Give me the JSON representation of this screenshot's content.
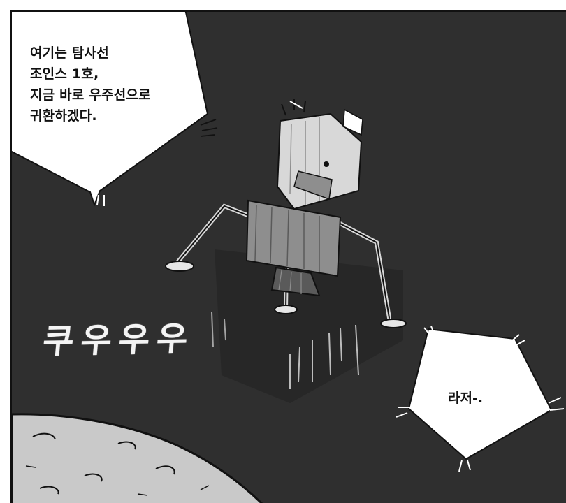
{
  "panel": {
    "colors": {
      "space": "#2f2f2f",
      "ink": "#111111",
      "balloon": "#ffffff",
      "moon_surface": "#c9c9c9",
      "lander_light": "#d8d8d8",
      "lander_mid": "#8e8e8e",
      "lander_dark": "#5a5a5a"
    }
  },
  "balloon_main": {
    "lines": [
      "여기는 탐사선",
      "조인스 1호,",
      "지금 바로 우주선으로",
      "귀환하겠다."
    ]
  },
  "balloon_reply": {
    "text": "라저-."
  },
  "sound_effect": {
    "text": "쿠우우우"
  },
  "icons": {
    "lander": "lunar-lander-icon",
    "moon": "moon-surface-icon"
  }
}
